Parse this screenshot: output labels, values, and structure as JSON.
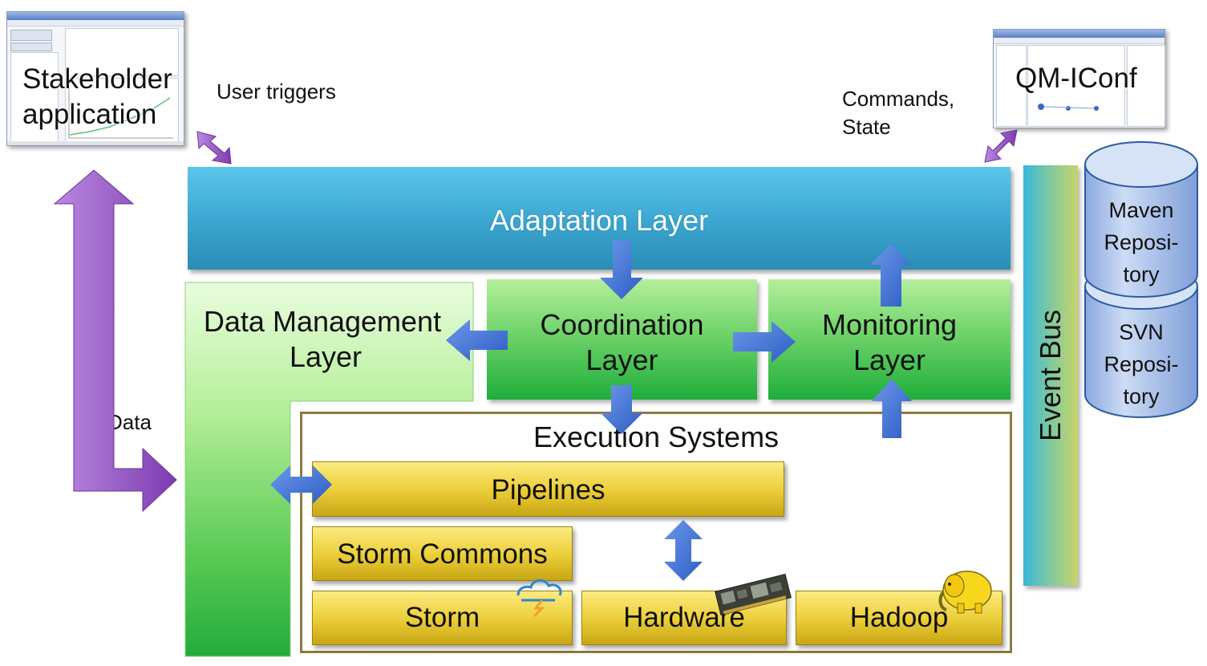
{
  "stakeholder": {
    "title_line1": "Stakeholder",
    "title_line2": "application"
  },
  "qm_iconf": {
    "title": "QM-IConf"
  },
  "annotations": {
    "user_triggers": "User triggers",
    "commands_line1": "Commands,",
    "commands_line2": "State",
    "data": "Data"
  },
  "layers": {
    "adaptation": "Adaptation Layer",
    "data_management_line1": "Data Management",
    "data_management_line2": "Layer",
    "coordination_line1": "Coordination",
    "coordination_line2": "Layer",
    "monitoring_line1": "Monitoring",
    "monitoring_line2": "Layer"
  },
  "execution": {
    "title": "Execution Systems",
    "pipelines": "Pipelines",
    "storm_commons": "Storm Commons",
    "storm": "Storm",
    "hardware": "Hardware",
    "hadoop": "Hadoop"
  },
  "event_bus": "Event Bus",
  "repositories": {
    "maven_line1": "Maven",
    "maven_line2": "Reposi-",
    "maven_line3": "tory",
    "svn_line1": "SVN",
    "svn_line2": "Reposi-",
    "svn_line3": "tory"
  },
  "colors": {
    "adaptation": "#3aa5cf",
    "green_layer": "#1fae3b",
    "gold_box": "#edd03c",
    "blue_arrow": "#3c72d6",
    "purple_arrow": "#9b59c9",
    "cylinder": "#a9c3ee"
  }
}
